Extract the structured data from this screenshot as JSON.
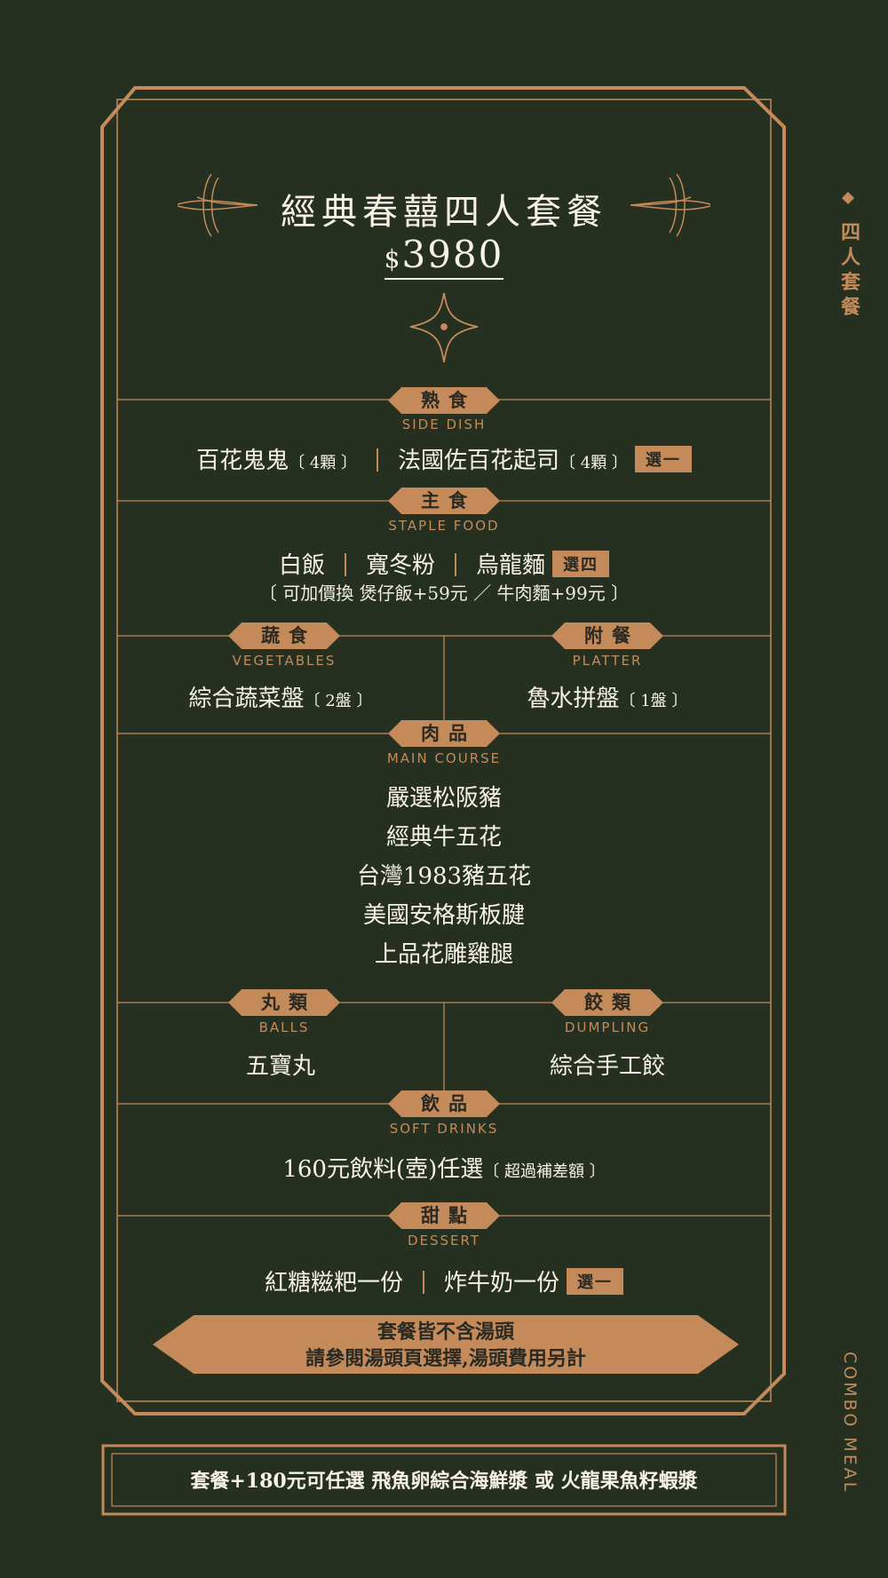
{
  "colors": {
    "background": "#253020",
    "accent": "#c48a5a",
    "text": "#f7f1e6"
  },
  "header": {
    "title": "經典春囍四人套餐",
    "currency": "$",
    "price": "3980"
  },
  "sections": {
    "side_dish": {
      "label": "熟食",
      "sub": "SIDE DISH",
      "item1": "百花鬼鬼",
      "item1_qty": "〔 4顆 〕",
      "item2": "法國佐百花起司",
      "item2_qty": "〔 4顆 〕",
      "badge": "選一"
    },
    "staple": {
      "label": "主食",
      "sub": "STAPLE FOOD",
      "item1": "白飯",
      "item2": "寬冬粉",
      "item3": "烏龍麵",
      "badge": "選四",
      "note": "〔 可加價換 煲仔飯+59元 ／ 牛肉麵+99元 〕"
    },
    "vegetables": {
      "label": "蔬食",
      "sub": "VEGETABLES",
      "item": "綜合蔬菜盤",
      "qty": "〔 2盤 〕"
    },
    "platter": {
      "label": "附餐",
      "sub": "PLATTER",
      "item": "魯水拼盤",
      "qty": "〔 1盤 〕"
    },
    "main_course": {
      "label": "肉品",
      "sub": "MAIN COURSE",
      "items": [
        "嚴選松阪豬",
        "經典牛五花",
        "台灣1983豬五花",
        "美國安格斯板腱",
        "上品花雕雞腿"
      ]
    },
    "balls": {
      "label": "丸類",
      "sub": "BALLS",
      "item": "五寶丸"
    },
    "dumpling": {
      "label": "餃類",
      "sub": "DUMPLING",
      "item": "綜合手工餃"
    },
    "drinks": {
      "label": "飲品",
      "sub": "SOFT DRINKS",
      "item": "160元飲料(壺)任選",
      "note": "〔 超過補差額 〕"
    },
    "dessert": {
      "label": "甜點",
      "sub": "DESSERT",
      "item1": "紅糖糍粑一份",
      "item2": "炸牛奶一份",
      "badge": "選一"
    }
  },
  "banner": {
    "line1": "套餐皆不含湯頭",
    "line2": "請參閱湯頭頁選擇,湯頭費用另計"
  },
  "upgrade": {
    "text": "套餐+180元可任選 飛魚卵綜合海鮮漿 或 火龍果魚籽蝦漿"
  },
  "side": {
    "category_cn": "四人套餐",
    "category_en": "COMBO MEAL"
  },
  "icons": [
    "fleur-ornament-icon",
    "four-point-star-icon",
    "diamond-icon"
  ]
}
